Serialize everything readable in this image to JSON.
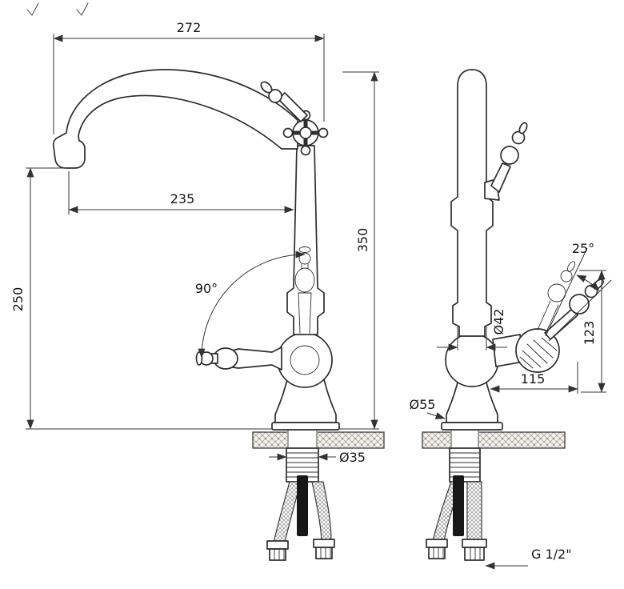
{
  "drawing": {
    "labels": {
      "dim_272": "272",
      "dim_235": "235",
      "dim_250": "250",
      "dim_350": "350",
      "angle_90": "90°",
      "angle_25": "25°",
      "dia_42": "Ø42",
      "dim_123": "123",
      "dim_115": "115",
      "dia_55": "Ø55",
      "dia_35": "Ø35",
      "thread_g12": "G 1/2\""
    },
    "colors": {
      "line": "#2e2e2e",
      "background": "#ffffff",
      "stud_fill": "#181818"
    }
  }
}
